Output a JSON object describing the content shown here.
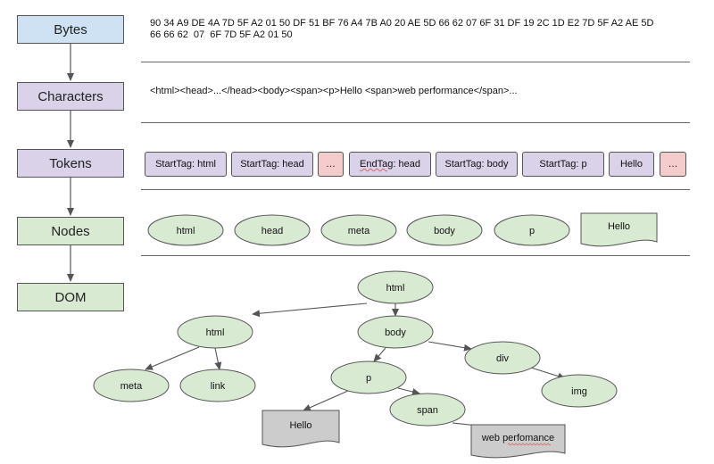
{
  "stages": {
    "bytes": "Bytes",
    "characters": "Characters",
    "tokens": "Tokens",
    "nodes": "Nodes",
    "dom": "DOM"
  },
  "bytes_text": "90 34 A9 DE 4A 7D 5F A2 01 50 DF 51 BF 76 A4 7B A0 20 AE 5D 66 62 07 6F 31 DF 19 2C 1D E2 7D 5F A2 AE 5D\n66 66 62  07  6F 7D 5F A2 01 50",
  "characters_text": "<html><head>...</head><body><span><p>Hello <span>web performance</span>...",
  "tokens": [
    {
      "label": "StartTag: html",
      "kind": "tag"
    },
    {
      "label": "StartTag: head",
      "kind": "tag"
    },
    {
      "label": "…",
      "kind": "ellipsis"
    },
    {
      "label": "EndTag: head",
      "kind": "tag"
    },
    {
      "label": "StartTag: body",
      "kind": "tag"
    },
    {
      "label": "StartTag: p",
      "kind": "tag"
    },
    {
      "label": "Hello",
      "kind": "tag"
    },
    {
      "label": "…",
      "kind": "ellipsis"
    }
  ],
  "nodes": [
    {
      "label": "html",
      "shape": "ellipse"
    },
    {
      "label": "head",
      "shape": "ellipse"
    },
    {
      "label": "meta",
      "shape": "ellipse"
    },
    {
      "label": "body",
      "shape": "ellipse"
    },
    {
      "label": "p",
      "shape": "ellipse"
    },
    {
      "label": "Hello",
      "shape": "document"
    }
  ],
  "dom_tree": {
    "nodes": [
      {
        "id": "root",
        "label": "html",
        "shape": "ellipse"
      },
      {
        "id": "html2",
        "label": "html",
        "shape": "ellipse"
      },
      {
        "id": "body",
        "label": "body",
        "shape": "ellipse"
      },
      {
        "id": "meta",
        "label": "meta",
        "shape": "ellipse"
      },
      {
        "id": "link",
        "label": "link",
        "shape": "ellipse"
      },
      {
        "id": "p",
        "label": "p",
        "shape": "ellipse"
      },
      {
        "id": "div",
        "label": "div",
        "shape": "ellipse"
      },
      {
        "id": "img",
        "label": "img",
        "shape": "ellipse"
      },
      {
        "id": "hello",
        "label": "Hello",
        "shape": "document"
      },
      {
        "id": "span",
        "label": "span",
        "shape": "ellipse"
      },
      {
        "id": "webperf",
        "label": "web perfomance",
        "shape": "document"
      }
    ],
    "edges": [
      [
        "root",
        "html2"
      ],
      [
        "root",
        "body"
      ],
      [
        "html2",
        "meta"
      ],
      [
        "html2",
        "link"
      ],
      [
        "body",
        "p"
      ],
      [
        "body",
        "div"
      ],
      [
        "div",
        "img"
      ],
      [
        "p",
        "hello"
      ],
      [
        "p",
        "span"
      ],
      [
        "span",
        "webperf"
      ]
    ]
  },
  "colors": {
    "bytes": "#cfe2f3",
    "purple": "#d9d2e9",
    "green": "#d9ead3",
    "pink": "#f4cccc",
    "doc_gray": "#cccccc",
    "line": "#555555"
  }
}
